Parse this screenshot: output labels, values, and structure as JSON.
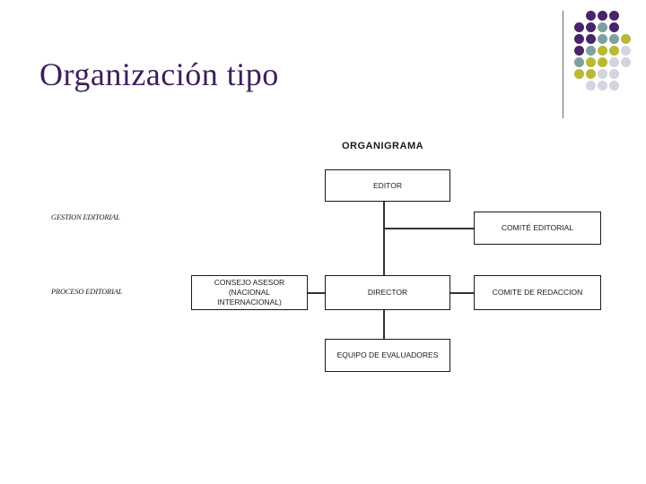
{
  "slide": {
    "title": "Organización tipo"
  },
  "decoration": {
    "colors": {
      "purple": "#4a2468",
      "teal": "#7fa0a0",
      "olive": "#b9b934",
      "lavender": "#d5d3e0"
    }
  },
  "diagram": {
    "heading": "ORGANIGRAMA",
    "side_labels": {
      "gestion": "GESTION EDITORIAL",
      "proceso": "PROCESO EDITORIAL"
    },
    "boxes": {
      "editor": "EDITOR",
      "comite_editorial": "COMITÉ EDITORIAL",
      "consejo_line1": "CONSEJO ASESOR",
      "consejo_line2": "(NACIONAL",
      "consejo_line3": "INTERNACIONAL)",
      "director": "DIRECTOR",
      "comite_redaccion": "COMITE DE REDACCION",
      "evaluadores": "EQUIPO DE EVALUADORES"
    }
  }
}
